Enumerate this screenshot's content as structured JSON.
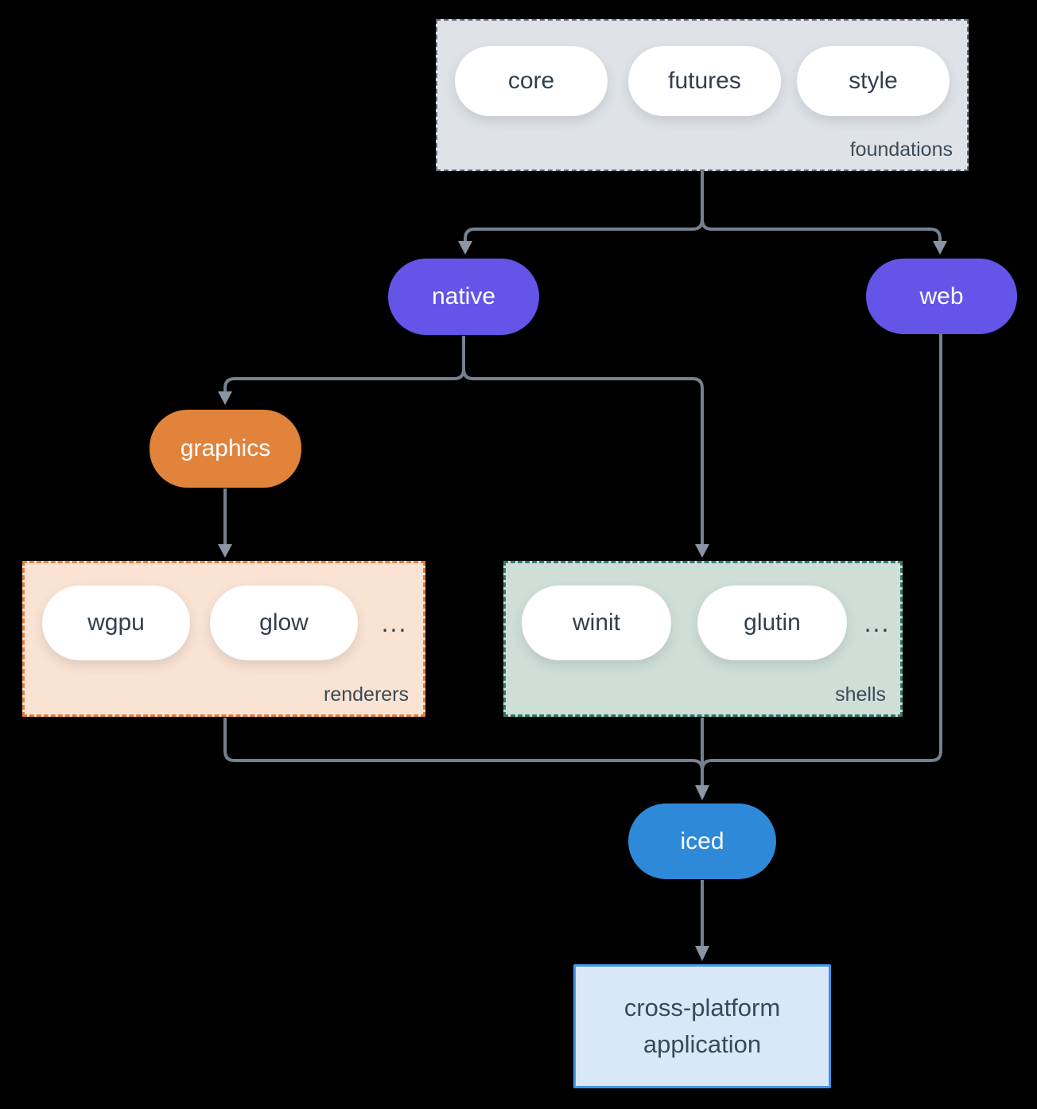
{
  "colors": {
    "background": "#000000",
    "connector": "#75818E",
    "arrowhead": "#8A96A3",
    "foundations_bg": "#DFE3E7",
    "foundations_border": "#5C6C7C",
    "native_bg": "#6554E8",
    "web_bg": "#6554E8",
    "graphics_bg": "#E2833C",
    "renderers_bg": "#FAE3D3",
    "renderers_border": "#E0803A",
    "shells_bg": "#CFDFD8",
    "shells_border": "#2D7C6B",
    "iced_bg": "#2E89D9",
    "application_bg": "#D8E8F8",
    "application_border": "#4293E6",
    "pill_bg": "#FFFFFF",
    "pill_text": "#31404F",
    "label_text": "#3B4B59"
  },
  "groups": {
    "foundations": {
      "label": "foundations",
      "pills": [
        "core",
        "futures",
        "style"
      ]
    },
    "renderers": {
      "label": "renderers",
      "pills": [
        "wgpu",
        "glow"
      ],
      "ellipsis": "..."
    },
    "shells": {
      "label": "shells",
      "pills": [
        "winit",
        "glutin"
      ],
      "ellipsis": "..."
    }
  },
  "nodes": {
    "native": {
      "label": "native"
    },
    "web": {
      "label": "web"
    },
    "graphics": {
      "label": "graphics"
    },
    "iced": {
      "label": "iced"
    },
    "application": {
      "label": "cross-platform application"
    }
  }
}
